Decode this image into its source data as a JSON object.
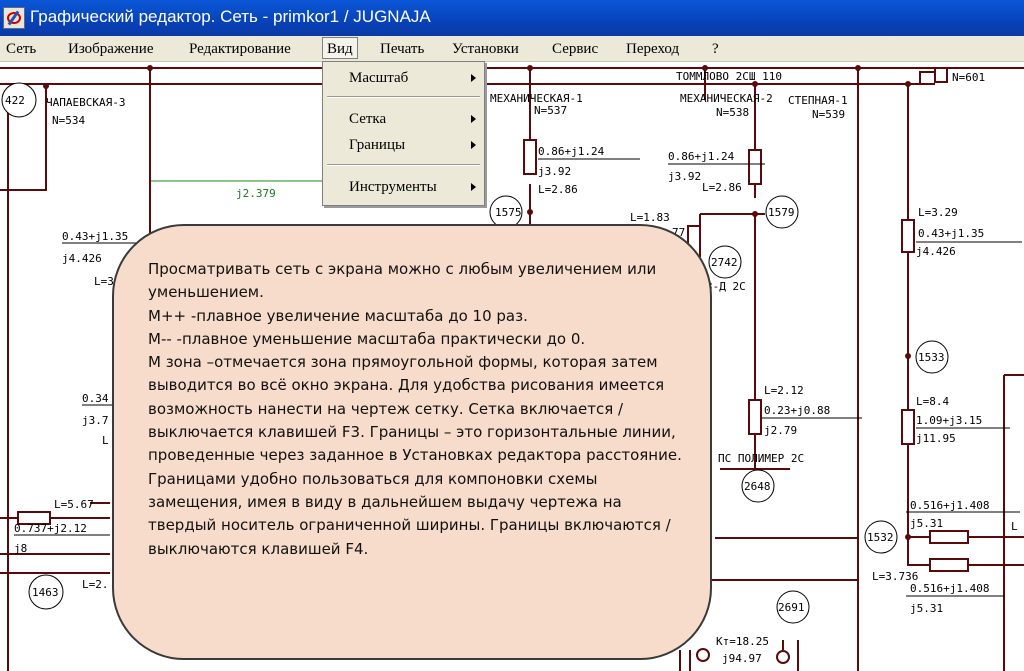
{
  "window": {
    "title": "Графический редактор. Сеть - primkor1 / JUGNAJA",
    "icon": "editor-app-icon"
  },
  "menubar": {
    "items": [
      "Сеть",
      "Изображение",
      "Редактирование",
      "Вид",
      "Печать",
      "Установки",
      "Сервис",
      "Переход",
      "?"
    ],
    "selected": "Вид"
  },
  "dropdown": {
    "items": [
      {
        "label": "Масштаб",
        "has_submenu": true
      },
      {
        "label": "Сетка",
        "has_submenu": true
      },
      {
        "label": "Границы",
        "has_submenu": true
      },
      {
        "label": "Инструменты",
        "has_submenu": true
      }
    ]
  },
  "diagram": {
    "labels": {
      "l1": "422",
      "l2": "ЧАПАЕВСКАЯ-3",
      "l3": "N=534",
      "l4": "j2.379",
      "l5": "0.43+j1.35",
      "l6": "j4.426",
      "l7": "L=3",
      "l8": "0.34",
      "l9": "j3.7",
      "l10": "L",
      "l11": "L=5.67",
      "l12": "0.737+j2.12",
      "l13": "j8",
      "l14": "1463",
      "l15": "L=2.",
      "l16": "МЕХАНИЧЕСКАЯ-1",
      "l17": "N=537",
      "l18": "0.86+j1.24",
      "l19": "j3.92",
      "l20": "L=2.86",
      "l21": "1575",
      "l22": "ТОММЛОВО 2СШ 110",
      "l23": "N=601",
      "l24": "МЕХАНИЧЕСКАЯ-2",
      "l25": "СТЕПНАЯ-1",
      "l26": "N=538",
      "l27": "N=539",
      "l28": "0.86+j1.24",
      "l29": "j3.92",
      "l30": "L=2.86",
      "l31": "L=1.83",
      "l32": "77",
      "l33": "1579",
      "l34": "2742",
      "l35": "3-Д 2С",
      "l36": "L=3.29",
      "l37": "0.43+j1.35",
      "l38": "j4.426",
      "l39": "1533",
      "l40": "L=2.12",
      "l41": "0.23+j0.88",
      "l42": "j2.79",
      "l43": "L=8.4",
      "l44": "1.09+j3.15",
      "l45": "j11.95",
      "l46": "ПС ПОЛИМЕР 2С",
      "l47": "2648",
      "l48": "0.516+j1.408",
      "l49": "j5.31",
      "l50": "1532",
      "l51": "L=3.736",
      "l52": "0.516+j1.408",
      "l53": "j5.31",
      "l54": "2691",
      "l55": "Кт=18.25",
      "l56": "j94.97",
      "l57": "L"
    }
  },
  "callout": {
    "text": "Просматривать сеть с экрана можно с любым увеличением или уменьшением.\n М++ -плавное увеличение масштаба до 10 раз.\n М--  -плавное уменьшение масштаба практически до 0.\n М зона –отмечается зона прямоугольной формы, которая затем выводится во    всё окно экрана. Для удобства рисования имеется возможность нанести на чертеж сетку. Сетка включается / выключается клавишей F3. Границы – это горизонтальные линии, проведенные через заданное в Установках редактора расстояние. Границами удобно пользоваться для компоновки схемы замещения, имея в виду в дальнейшем выдачу чертежа на твердый носитель ограниченной ширины. Границы включаются / выключаются клавишей F4."
  },
  "colors": {
    "titlebar": "#0a4bd0",
    "menubar": "#ece9d8",
    "diagram_line": "#5a0a0a",
    "grid_line": "#1a8a1a",
    "callout_fill": "#f7dccb"
  }
}
